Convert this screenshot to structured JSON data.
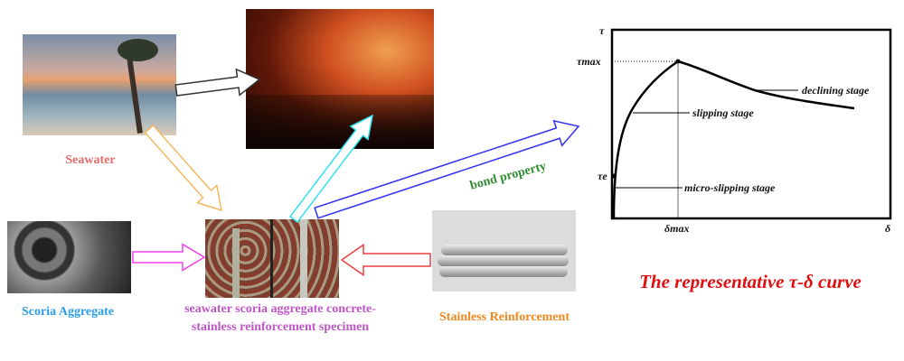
{
  "labels": {
    "seawater": "Seawater",
    "scoria": "Scoria Aggregate",
    "specimen_line1": "seawater scoria aggregate concrete-",
    "specimen_line2": "stainless reinforcement  specimen",
    "stainless": "Stainless Reinforcement",
    "bond": "bond property",
    "curve_title": "The representative τ-δ curve"
  },
  "colors": {
    "seawater": "#e66a6a",
    "scoria": "#2a9de6",
    "specimen": "#c055c8",
    "stainless": "#f08a20",
    "bond": "#2e8b2e",
    "title": "#e01010",
    "arrow_seawater_to_env": "#333333",
    "arrow_seawater_to_specimen": "#f5b860",
    "arrow_specimen_to_env": "#30e0f0",
    "arrow_bond": "#3030f0",
    "arrow_scoria": "#f040f0",
    "arrow_stainless": "#f04040"
  },
  "chart": {
    "y_axis": "τ",
    "x_axis": "δ",
    "tau_max": "τmax",
    "tau_e": "τe",
    "delta_max": "δmax",
    "stages": [
      "micro-slipping stage",
      "slipping stage",
      "declining stage"
    ]
  }
}
